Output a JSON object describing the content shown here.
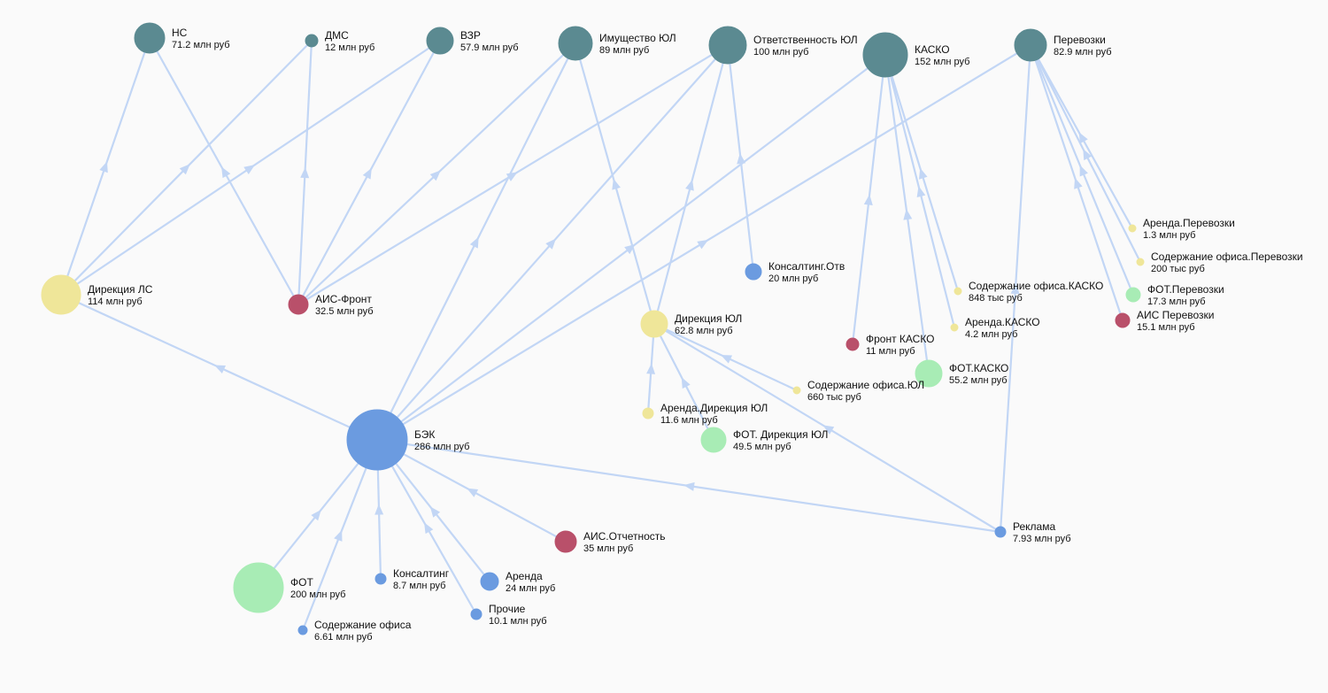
{
  "colors": {
    "target": "#5b8a91",
    "blue": "#6b9be0",
    "yellow": "#efe699",
    "crimson": "#b9506a",
    "green": "#a8ecb5",
    "edge": "#c2d6f5"
  },
  "nodes": [
    {
      "id": "ns",
      "name": "НС",
      "value": "71.2 млн руб",
      "kind": "target"
    },
    {
      "id": "dms",
      "name": "ДМС",
      "value": "12 млн руб",
      "kind": "target"
    },
    {
      "id": "vzr",
      "name": "ВЗР",
      "value": "57.9 млн руб",
      "kind": "target"
    },
    {
      "id": "imul",
      "name": "Имущество ЮЛ",
      "value": "89 млн руб",
      "kind": "target"
    },
    {
      "id": "otvul",
      "name": "Ответственность ЮЛ",
      "value": "100 млн руб",
      "kind": "target"
    },
    {
      "id": "kasko",
      "name": "КАСКО",
      "value": "152 млн руб",
      "kind": "target"
    },
    {
      "id": "perev",
      "name": "Перевозки",
      "value": "82.9 млн руб",
      "kind": "target"
    },
    {
      "id": "dirls",
      "name": "Дирекция ЛС",
      "value": "114 млн руб",
      "kind": "yellow"
    },
    {
      "id": "aisfront",
      "name": "АИС-Фронт",
      "value": "32.5 млн руб",
      "kind": "crimson"
    },
    {
      "id": "konsotv",
      "name": "Консалтинг.Отв",
      "value": "20 млн руб",
      "kind": "blue"
    },
    {
      "id": "dirul",
      "name": "Дирекция ЮЛ",
      "value": "62.8 млн руб",
      "kind": "yellow"
    },
    {
      "id": "arendaperev",
      "name": "Аренда.Перевозки",
      "value": "1.3 млн руб",
      "kind": "yellow"
    },
    {
      "id": "soderzhperev",
      "name": "Содержание офиса.Перевозки",
      "value": "200 тыс руб",
      "kind": "yellow"
    },
    {
      "id": "fotperev",
      "name": "ФОТ.Перевозки",
      "value": "17.3 млн руб",
      "kind": "green"
    },
    {
      "id": "aisperev",
      "name": "АИС Перевозки",
      "value": "15.1 млн руб",
      "kind": "crimson"
    },
    {
      "id": "soderzhkasko",
      "name": "Содержание офиса.КАСКО",
      "value": "848 тыс руб",
      "kind": "yellow"
    },
    {
      "id": "arendakasko",
      "name": "Аренда.КАСКО",
      "value": "4.2 млн руб",
      "kind": "yellow"
    },
    {
      "id": "frontkasko",
      "name": "Фронт КАСКО",
      "value": "11 млн руб",
      "kind": "crimson"
    },
    {
      "id": "fotkasko",
      "name": "ФОТ.КАСКО",
      "value": "55.2 млн руб",
      "kind": "green"
    },
    {
      "id": "soderzhul",
      "name": "Содержание офиса.ЮЛ",
      "value": "660 тыс руб",
      "kind": "yellow"
    },
    {
      "id": "arendadirul",
      "name": "Аренда.Дирекция ЮЛ",
      "value": "11.6 млн руб",
      "kind": "yellow"
    },
    {
      "id": "fotdirul",
      "name": "ФОТ. Дирекция ЮЛ",
      "value": "49.5 млн руб",
      "kind": "green"
    },
    {
      "id": "bek",
      "name": "БЭК",
      "value": "286 млн руб",
      "kind": "blue"
    },
    {
      "id": "aisotch",
      "name": "АИС.Отчетность",
      "value": "35 млн руб",
      "kind": "crimson"
    },
    {
      "id": "reklama",
      "name": "Реклама",
      "value": "7.93 млн руб",
      "kind": "blue"
    },
    {
      "id": "fot",
      "name": "ФОТ",
      "value": "200 млн руб",
      "kind": "green"
    },
    {
      "id": "konsalt",
      "name": "Консалтинг",
      "value": "8.7 млн руб",
      "kind": "blue"
    },
    {
      "id": "arenda",
      "name": "Аренда",
      "value": "24 млн руб",
      "kind": "blue"
    },
    {
      "id": "prochie",
      "name": "Прочие",
      "value": "10.1 млн руб",
      "kind": "blue"
    },
    {
      "id": "soderzh",
      "name": "Содержание офиса",
      "value": "6.61 млн руб",
      "kind": "blue"
    }
  ],
  "links": [
    {
      "source": "dirls",
      "target": "ns"
    },
    {
      "source": "dirls",
      "target": "dms"
    },
    {
      "source": "dirls",
      "target": "vzr"
    },
    {
      "source": "aisfront",
      "target": "ns"
    },
    {
      "source": "aisfront",
      "target": "dms"
    },
    {
      "source": "aisfront",
      "target": "vzr"
    },
    {
      "source": "aisfront",
      "target": "imul"
    },
    {
      "source": "aisfront",
      "target": "otvul"
    },
    {
      "source": "bek",
      "target": "dirls"
    },
    {
      "source": "bek",
      "target": "imul"
    },
    {
      "source": "bek",
      "target": "otvul"
    },
    {
      "source": "bek",
      "target": "kasko"
    },
    {
      "source": "bek",
      "target": "perev"
    },
    {
      "source": "dirul",
      "target": "imul"
    },
    {
      "source": "dirul",
      "target": "otvul"
    },
    {
      "source": "konsotv",
      "target": "otvul"
    },
    {
      "source": "frontkasko",
      "target": "kasko"
    },
    {
      "source": "fotkasko",
      "target": "kasko"
    },
    {
      "source": "arendakasko",
      "target": "kasko"
    },
    {
      "source": "soderzhkasko",
      "target": "kasko"
    },
    {
      "source": "arendaperev",
      "target": "perev"
    },
    {
      "source": "soderzhperev",
      "target": "perev"
    },
    {
      "source": "fotperev",
      "target": "perev"
    },
    {
      "source": "aisperev",
      "target": "perev"
    },
    {
      "source": "reklama",
      "target": "perev"
    },
    {
      "source": "reklama",
      "target": "bek"
    },
    {
      "source": "reklama",
      "target": "dirul"
    },
    {
      "source": "arendadirul",
      "target": "dirul"
    },
    {
      "source": "fotdirul",
      "target": "dirul"
    },
    {
      "source": "soderzhul",
      "target": "dirul"
    },
    {
      "source": "aisotch",
      "target": "bek"
    },
    {
      "source": "fot",
      "target": "bek"
    },
    {
      "source": "soderzh",
      "target": "bek"
    },
    {
      "source": "konsalt",
      "target": "bek"
    },
    {
      "source": "arenda",
      "target": "bek"
    },
    {
      "source": "prochie",
      "target": "bek"
    }
  ]
}
